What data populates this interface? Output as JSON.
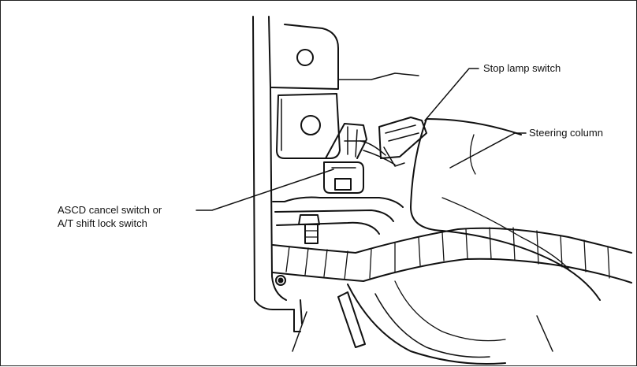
{
  "labels": {
    "stop_lamp_switch": "Stop lamp switch",
    "steering_column": "Steering column",
    "ascd_line1": "ASCD cancel switch or",
    "ascd_line2": "A/T shift lock switch"
  }
}
